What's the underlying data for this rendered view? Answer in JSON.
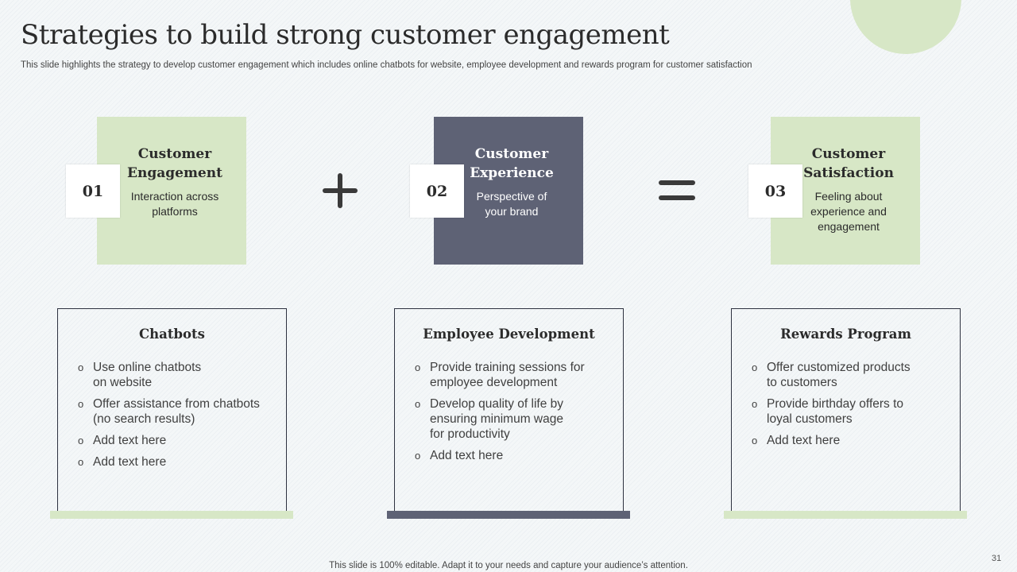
{
  "slide": {
    "title": "Strategies to build strong customer engagement",
    "subtitle": "This slide highlights the strategy to develop customer engagement which includes online chatbots for website, employee development and rewards program for customer satisfaction",
    "footer": "This slide is 100% editable. Adapt it to your needs and capture your audience’s attention.",
    "page_number": "31"
  },
  "cards": [
    {
      "number": "01",
      "title_line1": "Customer",
      "title_line2": "Engagement",
      "text_line1": "Interaction across",
      "text_line2": "platforms",
      "text_line3": ""
    },
    {
      "number": "02",
      "title_line1": "Customer",
      "title_line2": "Experience",
      "text_line1": "Perspective of",
      "text_line2": "your brand",
      "text_line3": ""
    },
    {
      "number": "03",
      "title_line1": "Customer",
      "title_line2": "Satisfaction",
      "text_line1": "Feeling about",
      "text_line2": "experience and",
      "text_line3": "engagement"
    }
  ],
  "operators": {
    "plus_icon": "plus-icon",
    "equals_icon": "equals-icon"
  },
  "boxes": [
    {
      "title": "Chatbots",
      "items": [
        {
          "line1": "Use online chatbots",
          "line2": "on website",
          "line3": ""
        },
        {
          "line1": "Offer assistance from chatbots",
          "line2": "(no search results)",
          "line3": ""
        },
        {
          "line1": "Add text here",
          "line2": "",
          "line3": ""
        },
        {
          "line1": "Add text here",
          "line2": "",
          "line3": ""
        }
      ]
    },
    {
      "title": "Employee Development",
      "items": [
        {
          "line1": "Provide training sessions for",
          "line2": "employee development",
          "line3": ""
        },
        {
          "line1": "Develop quality of life by",
          "line2": "ensuring minimum wage",
          "line3": "for productivity"
        },
        {
          "line1": "Add text here",
          "line2": "",
          "line3": ""
        }
      ]
    },
    {
      "title": "Rewards Program",
      "items": [
        {
          "line1": "Offer customized products",
          "line2": "to customers",
          "line3": ""
        },
        {
          "line1": "Provide birthday offers to",
          "line2": "loyal customers",
          "line3": ""
        },
        {
          "line1": "Add text here",
          "line2": "",
          "line3": ""
        }
      ]
    }
  ],
  "bullet_glyph": "o",
  "colors": {
    "green": "#d7e7c6",
    "slate": "#5e6275",
    "text": "#2b2b2b"
  }
}
